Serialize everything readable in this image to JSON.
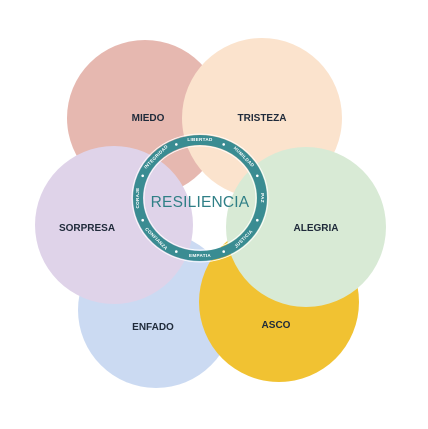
{
  "colors": {
    "miedo": "#e6b8b0",
    "tristeza": "#fbe3cd",
    "sorpresa": "#dfd3e9",
    "alegria": "#d8ead5",
    "enfado": "#cbdaf2",
    "asco": "#f1c232",
    "ring": "#3a8c92",
    "ring_dots": "#ffffff",
    "center_text": "#2f7f86",
    "label_text": "#1f2a3a"
  },
  "emotions": {
    "miedo": "MIEDO",
    "tristeza": "TRISTEZA",
    "sorpresa": "SORPRESA",
    "alegria": "ALEGRIA",
    "enfado": "ENFADO",
    "asco": "ASCO"
  },
  "center": {
    "title": "RESILIENCIA"
  },
  "ring_words": {
    "libertad": "LIBERTAD",
    "humildad": "HUMILDAD",
    "paz": "PAZ",
    "justicia": "JUSTICIA",
    "empatia": "EMPATIA",
    "confianza": "CONFIANZA",
    "coraje": "CORAJE",
    "integridad": "INTEGRIDAD"
  }
}
